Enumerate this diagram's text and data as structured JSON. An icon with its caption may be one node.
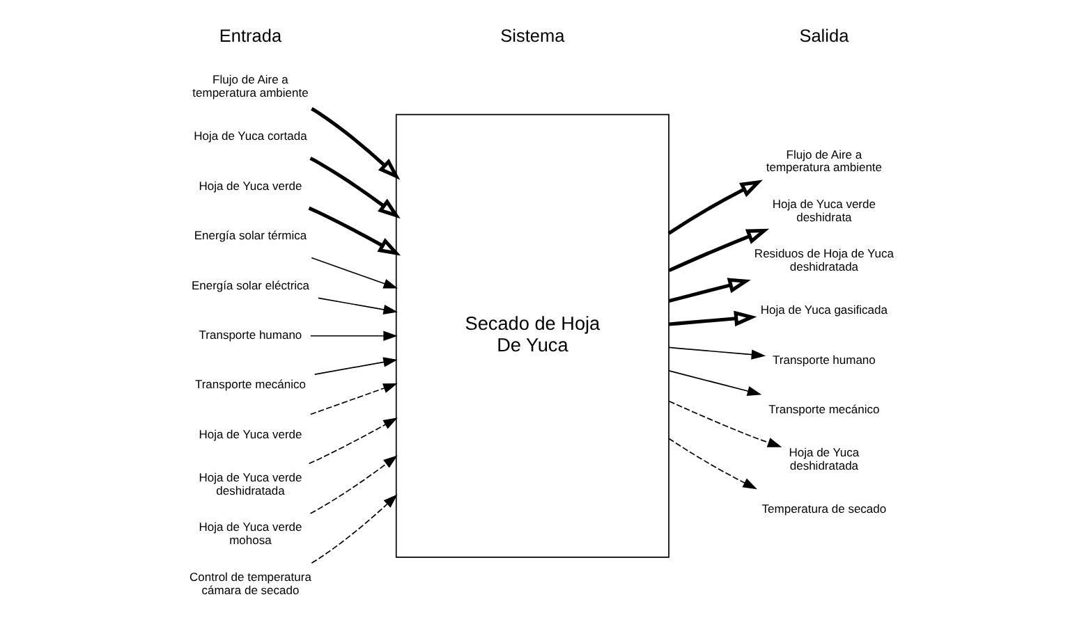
{
  "diagram": {
    "nodes": [
      {
        "text": [
          "Secado de Hoja De Yuca"
        ]
      },
      {
        "text": [
          "Flujo de Aire a temperatura ambiente"
        ]
      },
      {
        "text": [
          "Hoja de Yuca cortada"
        ]
      },
      {
        "text": [
          "Hoja de Yuca verde"
        ]
      },
      {
        "text": [
          "Energía solar térmica"
        ]
      },
      {
        "text": [
          "Energía solar eléctrica"
        ]
      },
      {
        "text": [
          "Transporte humano"
        ]
      },
      {
        "text": [
          "Transporte mecánico"
        ]
      },
      {
        "text": [
          "Hoja de Yuca verde"
        ]
      },
      {
        "text": [
          "Hoja de Yuca verde deshidratada"
        ]
      },
      {
        "text": [
          "Hoja de Yuca verde mohosa"
        ]
      },
      {
        "text": [
          "Control de temperatura cámara de secado"
        ]
      },
      {
        "text": [
          "Flujo de Aire a temperatura ambiente"
        ]
      },
      {
        "text": [
          "Hoja de Yuca verde deshidrata"
        ]
      },
      {
        "text": [
          "Residuos de Hoja de Yuca deshidratada"
        ]
      },
      {
        "text": [
          "Hoja de Yuca gasificada"
        ]
      },
      {
        "text": [
          "Transporte humano"
        ]
      },
      {
        "text": [
          "Transporte mecánico"
        ]
      },
      {
        "text": [
          "Hoja de Yuca deshidratada"
        ]
      },
      {
        "text": [
          "Temperatura de secado"
        ]
      }
    ],
    "edges": [
      {
        "from": 1,
        "to": 0,
        "arrow": "to",
        "style": "thick"
      },
      {
        "from": 2,
        "to": 0,
        "arrow": "to",
        "style": "thick"
      },
      {
        "from": 3,
        "to": 0,
        "arrow": "to",
        "style": "thick"
      },
      {
        "from": 4,
        "to": 0,
        "arrow": "to"
      },
      {
        "from": 5,
        "to": 0,
        "arrow": "to"
      },
      {
        "from": 6,
        "to": 0,
        "arrow": "to"
      },
      {
        "from": 7,
        "to": 0,
        "arrow": "to"
      },
      {
        "from": 8,
        "to": 0,
        "arrow": "to",
        "style": "dashed"
      },
      {
        "from": 9,
        "to": 0,
        "arrow": "to",
        "style": "dashed"
      },
      {
        "from": 10,
        "to": 0,
        "arrow": "to",
        "style": "dashed"
      },
      {
        "from": 11,
        "to": 0,
        "arrow": "to",
        "style": "dashed"
      },
      {
        "from": 0,
        "to": 12,
        "arrow": "to",
        "style": "thick"
      },
      {
        "from": 0,
        "to": 13,
        "arrow": "to",
        "style": "thick"
      },
      {
        "from": 0,
        "to": 14,
        "arrow": "to",
        "style": "thick"
      },
      {
        "from": 0,
        "to": 15,
        "arrow": "to",
        "style": "thick"
      },
      {
        "from": 0,
        "to": 16,
        "arrow": "to"
      },
      {
        "from": 0,
        "to": 17,
        "arrow": "to"
      },
      {
        "from": 0,
        "to": 18,
        "arrow": "to",
        "style": "dashed"
      },
      {
        "from": 0,
        "to": 19,
        "arrow": "to",
        "style": "dashed"
      }
    ],
    "labels": [
      "Entrada",
      "Sistema",
      "Salida"
    ]
  }
}
